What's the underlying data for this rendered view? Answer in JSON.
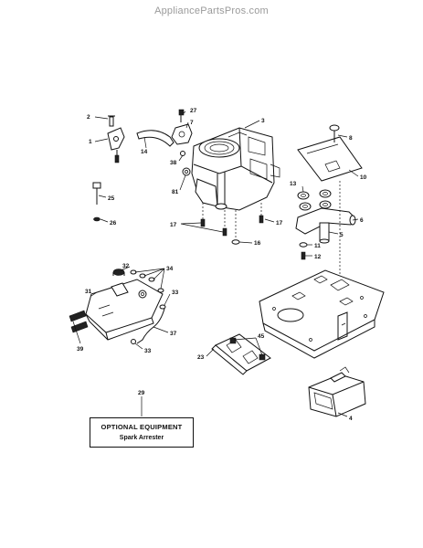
{
  "watermark": "AppliancePartsPros.com",
  "optional_box": {
    "title": "OPTIONAL EQUIPMENT",
    "item": "Spark Arrester"
  },
  "callouts": {
    "c1": "1",
    "c2": "2",
    "c3": "3",
    "c4": "4",
    "c5": "5",
    "c6": "6",
    "c7": "7",
    "c8": "8",
    "c10": "10",
    "c11": "11",
    "c12": "12",
    "c13": "13",
    "c14": "14",
    "c16": "16",
    "c17a": "17",
    "c17b": "17",
    "c23": "23",
    "c25": "25",
    "c26": "26",
    "c27": "27",
    "c29": "29",
    "c31": "31",
    "c32": "32",
    "c33a": "33",
    "c33b": "33",
    "c34": "34",
    "c37": "37",
    "c38": "38",
    "c39": "39",
    "c45": "45",
    "c81": "81"
  }
}
